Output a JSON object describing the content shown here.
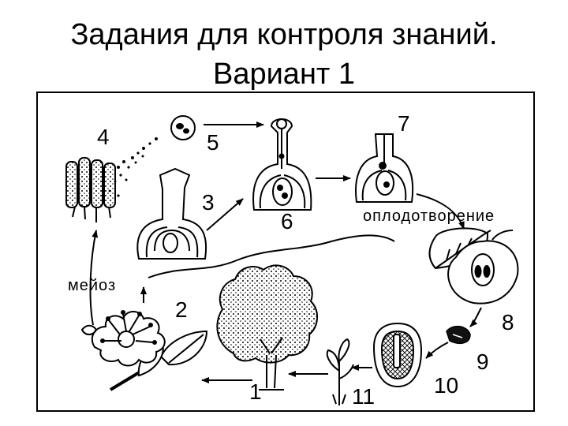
{
  "title": {
    "line1": "Задания для контроля знаний.",
    "line2": "Вариант  1"
  },
  "labels": {
    "n1": "1",
    "n2": "2",
    "n3": "3",
    "n4": "4",
    "n5": "5",
    "n6": "6",
    "n7": "7",
    "n8": "8",
    "n9": "9",
    "n10": "10",
    "n11": "11",
    "meiosis": "мейоз",
    "fertilization": "оплодотворение"
  }
}
